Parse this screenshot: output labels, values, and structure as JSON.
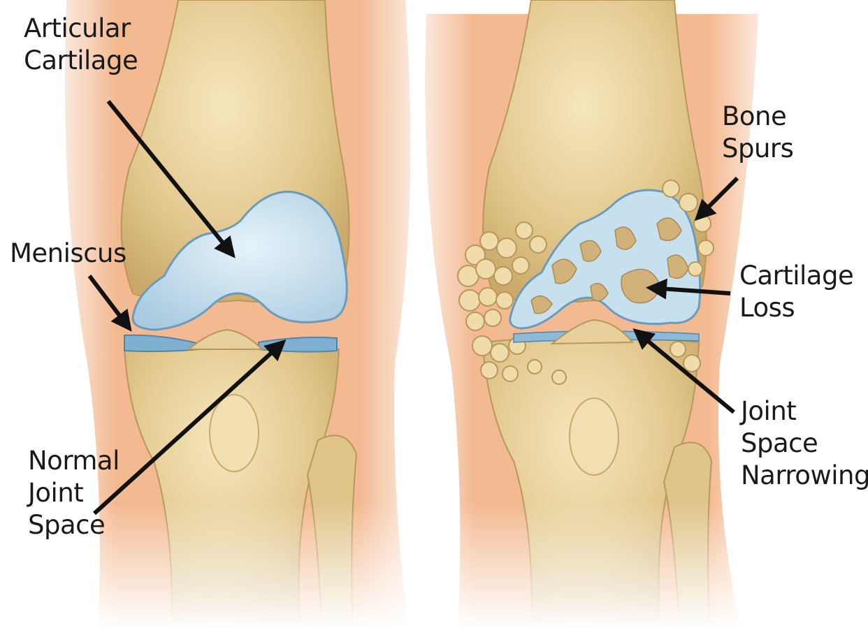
{
  "labels": {
    "articular_cartilage": [
      "Articular",
      "Cartilage"
    ],
    "meniscus": [
      "Meniscus"
    ],
    "normal_joint_space": [
      "Normal",
      "Joint",
      "Space"
    ],
    "bone_spurs": [
      "Bone",
      "Spurs"
    ],
    "cartilage_loss": [
      "Cartilage",
      "Loss"
    ],
    "joint_space_narrowing": [
      "Joint",
      "Space",
      "Narrowing"
    ]
  },
  "colors": {
    "skin": "#f0b48a",
    "bone": "#e6cf98",
    "bone_shadow": "#c9a868",
    "cartilage": "#bcd9ea",
    "cartilage_edge": "#6a9bbd",
    "meniscus": "#7fb0d0",
    "arrow": "#111111"
  }
}
